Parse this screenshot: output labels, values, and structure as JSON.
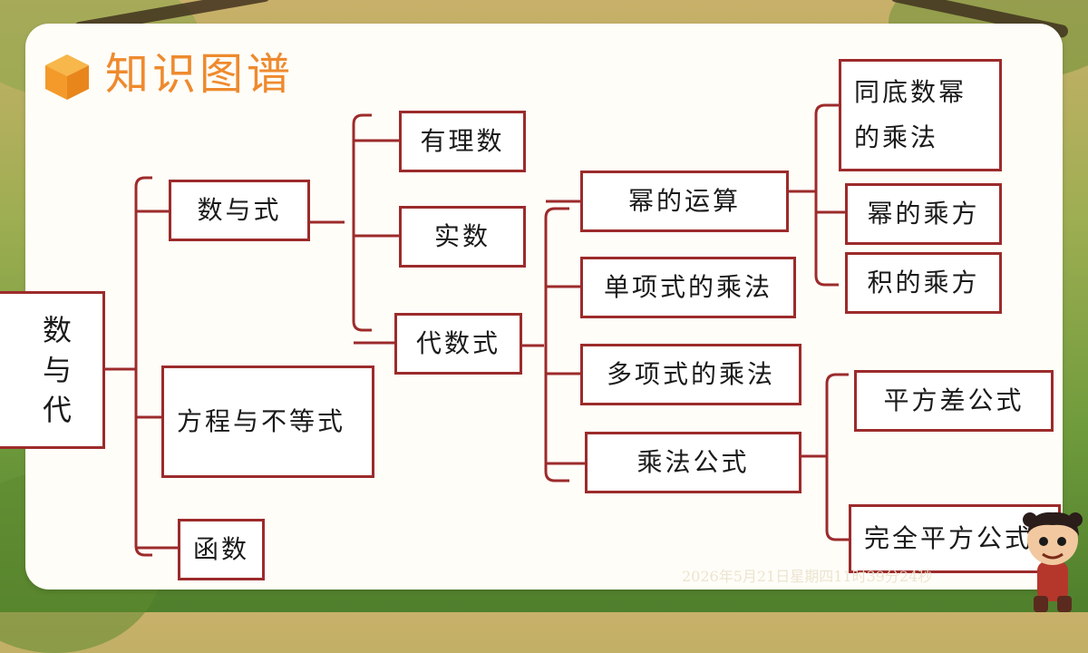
{
  "header": {
    "title": "知识图谱",
    "icon": "cube-icon"
  },
  "root_partial": "数",
  "nodes": {
    "root": "数与代",
    "shu_yu_shi": "数与式",
    "fangcheng": "方程与不等式",
    "hanshu": "函数",
    "youlishu": "有理数",
    "shishu": "实数",
    "daishushi": "代数式",
    "mi_yunsuan": "幂的运算",
    "danxiangshi": "单项式的乘法",
    "duoxiangshi": "多项式的乘法",
    "chengfa_gongshi": "乘法公式",
    "tongdi": "同底数幂的乘法",
    "mi_chengfang": "幂的乘方",
    "ji_chengfang": "积的乘方",
    "pingfangcha": "平方差公式",
    "wanquan": "完全平方公式"
  },
  "watermark": "2026年5月21日星期四11时39分24秒",
  "colors": {
    "accent": "#ee8a2e",
    "border": "#9c2b2b",
    "card": "#fffdf8"
  }
}
